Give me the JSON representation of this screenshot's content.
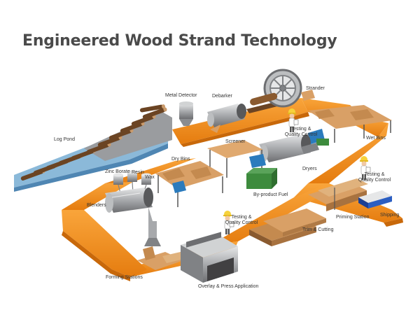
{
  "title": "Engineered Wood Strand Technology",
  "labels": {
    "log_pond": "Log Pond",
    "metal_detector": "Metal Detector",
    "debarker": "Debarker",
    "strander": "Strander",
    "testing_qc": "Testing &",
    "testing_qc_2": "Quality Control",
    "wet_bins": "Wet Bins",
    "screener": "Screener",
    "dry_bins": "Dry Bins",
    "dryers": "Dryers",
    "byproduct_fuel": "By-product Fuel",
    "zinc_borate": "Zinc Borate",
    "resin": "Resin",
    "wax": "Wax",
    "blenders": "Blenders",
    "shipping": "Shipping",
    "priming_station": "Priming Station",
    "trim_cutting": "Trim & Cutting",
    "forming_stations": "Forming Stations",
    "overlay_press": "Overlay & Press Application"
  },
  "colors": {
    "conveyor": "#f7941d",
    "conveyor_dark": "#d8720a",
    "log": "#6b4423",
    "log_end": "#c99a6b",
    "metal": "#a7a9ac",
    "metal_dark": "#6d6e71",
    "strands": "#d9a066",
    "green": "#3d8b3d",
    "blue": "#2b7bbd",
    "hardhat": "#f6d23c"
  }
}
